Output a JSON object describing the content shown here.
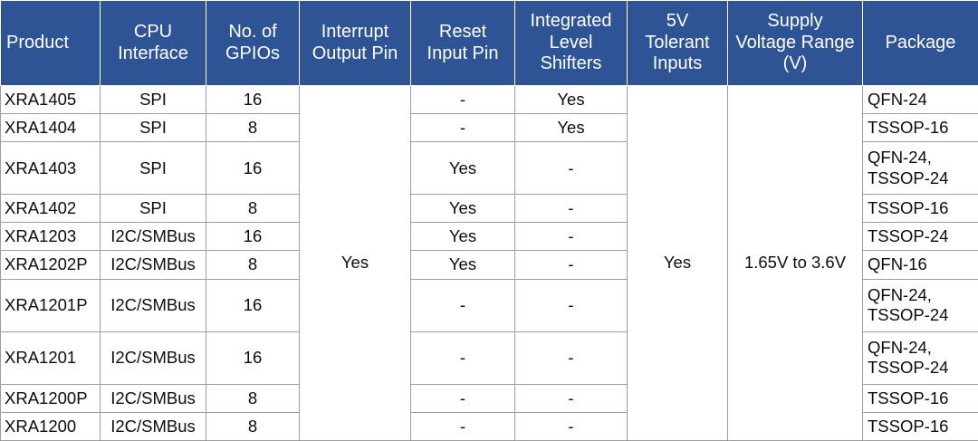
{
  "table": {
    "name": "exar-gpio-expander-product-selection-table",
    "header_bg": "#2E5496",
    "header_text_color": "#FFFFFF",
    "grid_color": "#9D9D9D",
    "columns": [
      {
        "key": "product",
        "label": "Product"
      },
      {
        "key": "cpu",
        "label": "CPU\nInterface"
      },
      {
        "key": "gpios",
        "label": "No. of\nGPIOs"
      },
      {
        "key": "interrupt",
        "label": "Interrupt\nOutput Pin"
      },
      {
        "key": "reset",
        "label": "Reset\nInput Pin"
      },
      {
        "key": "level_shifters",
        "label": "Integrated\nLevel\nShifters"
      },
      {
        "key": "tolerant",
        "label": "5V\nTolerant\nInputs"
      },
      {
        "key": "supply",
        "label": "Supply\nVoltage Range\n(V)"
      },
      {
        "key": "package",
        "label": "Package"
      }
    ],
    "header_lines": {
      "product": [
        "Product"
      ],
      "cpu": [
        "CPU",
        "Interface"
      ],
      "gpios": [
        "No. of",
        "GPIOs"
      ],
      "interrupt": [
        "Interrupt",
        "Output Pin"
      ],
      "reset": [
        "Reset",
        "Input Pin"
      ],
      "level_shifters": [
        "Integrated",
        "Level",
        "Shifters"
      ],
      "tolerant": [
        "5V",
        "Tolerant",
        "Inputs"
      ],
      "supply": [
        "Supply",
        "Voltage Range",
        "(V)"
      ],
      "package": [
        "Package"
      ]
    },
    "merged": {
      "interrupt_all": "Yes",
      "tolerant_all": "Yes",
      "supply_all": "1.65V to 3.6V"
    },
    "rows": [
      {
        "product": "XRA1405",
        "cpu": "SPI",
        "gpios": "16",
        "reset": "-",
        "level_shifters": "Yes",
        "package": "QFN-24"
      },
      {
        "product": "XRA1404",
        "cpu": "SPI",
        "gpios": "8",
        "reset": "-",
        "level_shifters": "Yes",
        "package": "TSSOP-16"
      },
      {
        "product": "XRA1403",
        "cpu": "SPI",
        "gpios": "16",
        "reset": "Yes",
        "level_shifters": "-",
        "package": "QFN-24,\nTSSOP-24"
      },
      {
        "product": "XRA1402",
        "cpu": "SPI",
        "gpios": "8",
        "reset": "Yes",
        "level_shifters": "-",
        "package": "TSSOP-16"
      },
      {
        "product": "XRA1203",
        "cpu": "I2C/SMBus",
        "gpios": "16",
        "reset": "Yes",
        "level_shifters": "-",
        "package": "TSSOP-24"
      },
      {
        "product": "XRA1202P",
        "cpu": "I2C/SMBus",
        "gpios": "8",
        "reset": "Yes",
        "level_shifters": "-",
        "package": "QFN-16"
      },
      {
        "product": "XRA1201P",
        "cpu": "I2C/SMBus",
        "gpios": "16",
        "reset": "-",
        "level_shifters": "-",
        "package": "QFN-24,\nTSSOP-24"
      },
      {
        "product": "XRA1201",
        "cpu": "I2C/SMBus",
        "gpios": "16",
        "reset": "-",
        "level_shifters": "-",
        "package": "QFN-24,\nTSSOP-24"
      },
      {
        "product": "XRA1200P",
        "cpu": "I2C/SMBus",
        "gpios": "8",
        "reset": "-",
        "level_shifters": "-",
        "package": "TSSOP-16"
      },
      {
        "product": "XRA1200",
        "cpu": "I2C/SMBus",
        "gpios": "8",
        "reset": "-",
        "level_shifters": "-",
        "package": "TSSOP-16"
      }
    ]
  }
}
